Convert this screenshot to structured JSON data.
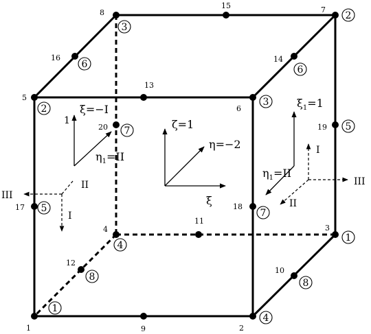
{
  "nodes": {
    "n1": "1",
    "n2": "2",
    "n3": "3",
    "n4": "4",
    "n5": "5",
    "n6": "6",
    "n7": "7",
    "n8": "8",
    "n9": "9",
    "n10": "10",
    "n11": "11",
    "n12": "12",
    "n13": "13",
    "n14": "14",
    "n15": "15",
    "n16": "16",
    "n17": "17",
    "n18": "18",
    "n19": "19",
    "n20": "20"
  },
  "circled": {
    "c_n1": "1",
    "c_n2": "4",
    "c_n3": "1",
    "c_n4": "4",
    "c_n5": "2",
    "c_n6": "3",
    "c_n7": "2",
    "c_n8": "3",
    "c_n10": "8",
    "c_n12": "8",
    "c_n14": "6",
    "c_n16": "6",
    "c_n17": "5",
    "c_n18": "7",
    "c_n19": "5",
    "c_n20": "7"
  },
  "center_face": {
    "zeta": "ζ=1",
    "eta": "η=−2",
    "xi": "ξ"
  },
  "left_face": {
    "xi_eq": "ξ=−I",
    "eta1": "η",
    "eta1_sub": "1",
    "eta1_val": "=II",
    "up_tick": "1",
    "III": "III",
    "II": "II",
    "I": "I"
  },
  "right_face": {
    "xi1": "ξ",
    "xi1_sub": "1",
    "xi1_val": "=1",
    "eta1": "η",
    "eta1_sub": "1",
    "eta1_val": "=II",
    "I": "I",
    "II": "II",
    "III": "III"
  }
}
